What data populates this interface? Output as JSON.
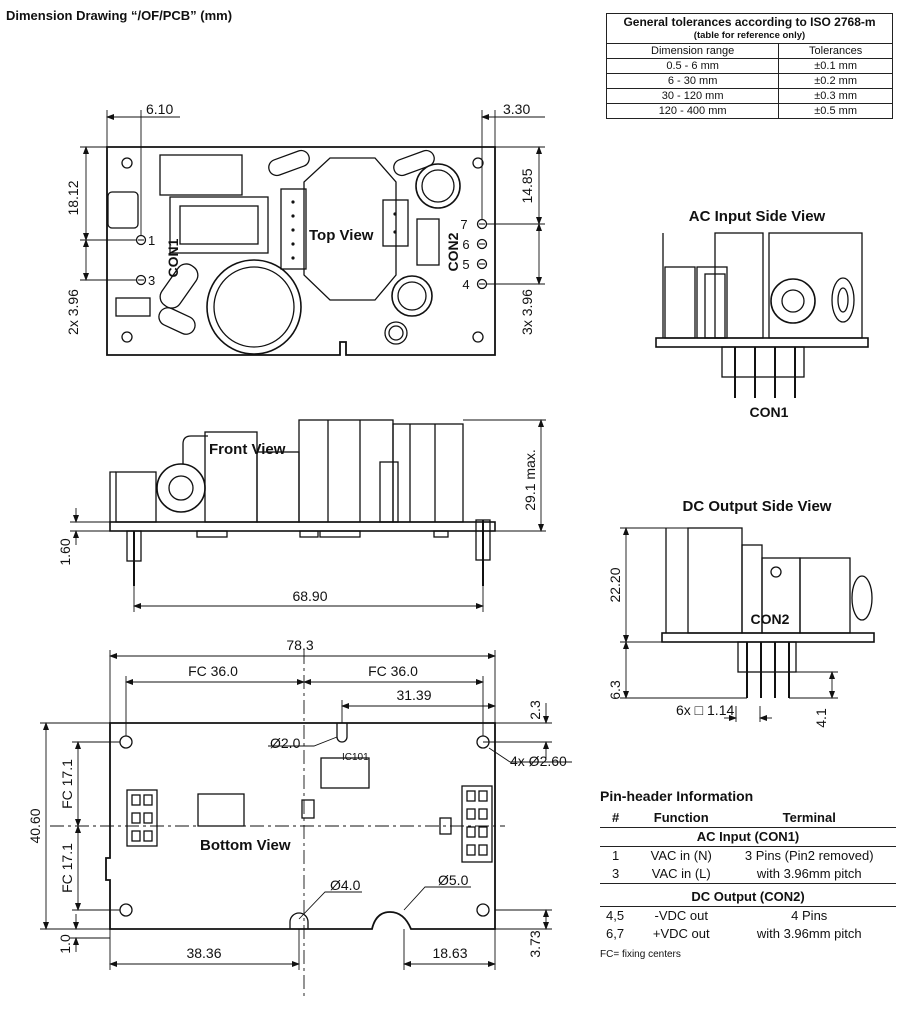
{
  "page_title": "Dimension Drawing “/OF/PCB” (mm)",
  "tolerance_table": {
    "title": "General tolerances according to ISO 2768-m",
    "subtitle": "(table for reference only)",
    "col_headers": [
      "Dimension range",
      "Tolerances"
    ],
    "rows": [
      [
        "0.5 - 6 mm",
        "±0.1 mm"
      ],
      [
        "6 - 30 mm",
        "±0.2 mm"
      ],
      [
        "30 - 120 mm",
        "±0.3 mm"
      ],
      [
        "120 - 400 mm",
        "±0.5 mm"
      ]
    ]
  },
  "top_view": {
    "title": "Top View",
    "con1": "CON1",
    "con2": "CON2",
    "pins_left": [
      "1",
      "3"
    ],
    "pins_right": [
      "7",
      "6",
      "5",
      "4"
    ],
    "dims": {
      "d1": "6.10",
      "d2": "18.12",
      "d3": "2x 3.96",
      "d4": "3.30",
      "d5": "14.85",
      "d6": "3x 3.96"
    }
  },
  "front_view": {
    "title": "Front View",
    "dims": {
      "height": "29.1 max.",
      "pcb": "1.60",
      "pins": "68.90"
    }
  },
  "bottom_view": {
    "title": "Bottom View",
    "ic": "IC101",
    "dims": {
      "width": "78.3",
      "fc_left": "FC 36.0",
      "fc_right": "FC 36.0",
      "d31": "31.39",
      "d23": "2.3",
      "d20": "Ø2.0",
      "hole": "4x Ø2.60",
      "height": "40.60",
      "fc_top": "FC 17.1",
      "fc_bot": "FC 17.1",
      "d40": "Ø4.0",
      "d50": "Ø5.0",
      "d10": "1.0",
      "d3836": "38.36",
      "d1863": "18.63",
      "d373": "3.73"
    }
  },
  "ac_side": {
    "title": "AC Input Side View",
    "con": "CON1"
  },
  "dc_side": {
    "title": "DC Output Side View",
    "con": "CON2",
    "dims": {
      "d222": "22.20",
      "d63": "6.3",
      "pin": "6x □ 1.14",
      "d41": "4.1"
    }
  },
  "pin_info": {
    "title": "Pin-header Information",
    "headers": [
      "#",
      "Function",
      "Terminal"
    ],
    "group1": "AC Input (CON1)",
    "g1_rows": [
      [
        "1",
        "VAC in (N)",
        "3 Pins (Pin2 removed)"
      ],
      [
        "3",
        "VAC in (L)",
        "with 3.96mm pitch"
      ]
    ],
    "group2": "DC Output (CON2)",
    "g2_rows": [
      [
        "4,5",
        "-VDC out",
        "4 Pins"
      ],
      [
        "6,7",
        "+VDC out",
        "with 3.96mm pitch"
      ]
    ],
    "note": "FC= fixing centers"
  }
}
